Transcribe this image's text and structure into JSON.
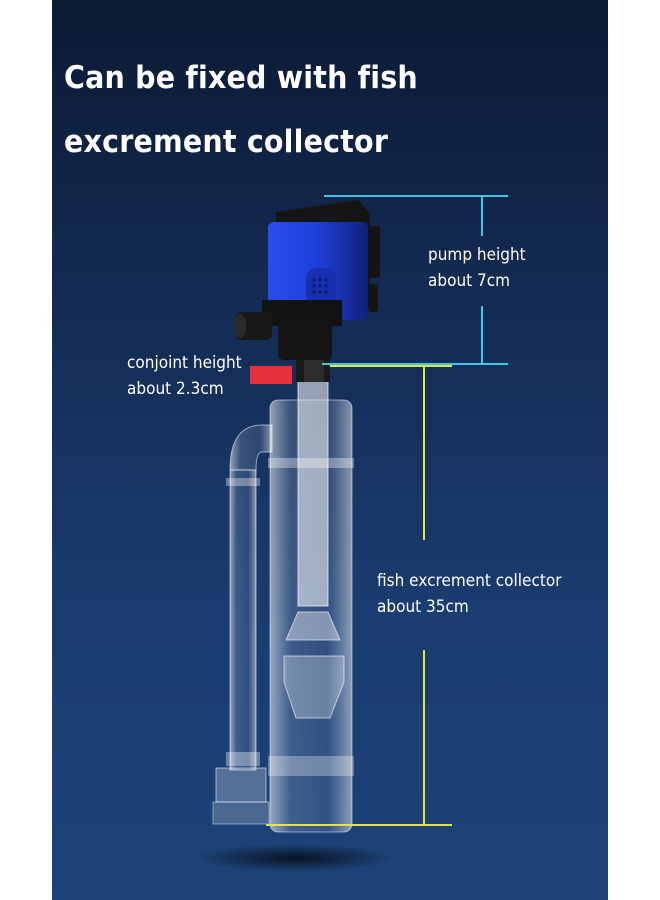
{
  "headline": {
    "line1": "Can be fixed with fish",
    "line2": "excrement collector"
  },
  "annotations": {
    "pump": {
      "line1": "pump height",
      "line2": "about 7cm",
      "color": "#3ec8e8"
    },
    "conjoint": {
      "line1": "conjoint height",
      "line2": "about 2.3cm",
      "color": "#e8303a"
    },
    "collector": {
      "line1": "fish excrement collector",
      "line2": "about 35cm",
      "color": "#e8e43a"
    }
  },
  "product": {
    "pump_color": "#1e3fd8",
    "pump_dark": "#141414"
  }
}
